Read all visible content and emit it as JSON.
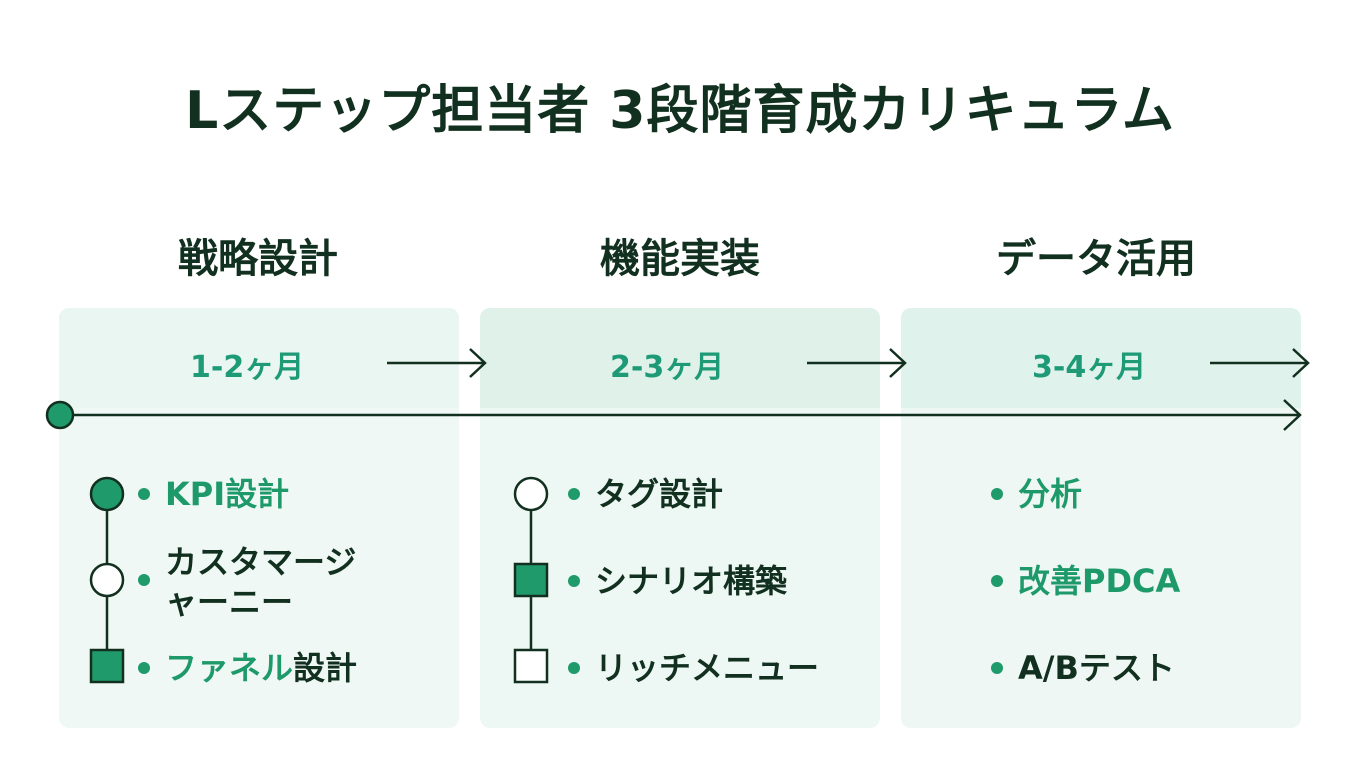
{
  "title": "Lステップ担当者 3段階育成カリキュラム",
  "colors": {
    "accent_green": "#1f9a6b",
    "period_teal": "#1e9a76",
    "dark_text": "#12301f",
    "panel_bg": "#eef7f3",
    "panel_bg_active": "#e2f2ec"
  },
  "phases": [
    {
      "heading": "戦略設計",
      "period": "1-2ヶ月",
      "items": [
        {
          "label": "KPI設計",
          "marker": "filled-circle",
          "label_color": "green"
        },
        {
          "label_line1": "カスタマージ",
          "label_line2": "ャーニー",
          "marker": "empty-circle",
          "label_color": "dark"
        },
        {
          "label_green": "ファネル",
          "label_dark": "設計",
          "marker": "filled-square",
          "label_color": "mixed"
        }
      ]
    },
    {
      "heading": "機能実装",
      "period": "2-3ヶ月",
      "items": [
        {
          "label": "タグ設計",
          "marker": "empty-circle",
          "label_color": "dark"
        },
        {
          "label": "シナリオ構築",
          "marker": "filled-square",
          "label_color": "dark"
        },
        {
          "label": "リッチメニュー",
          "marker": "empty-square",
          "label_color": "dark"
        }
      ]
    },
    {
      "heading": "データ活用",
      "period": "3-4ヶ月",
      "items": [
        {
          "label": "分析",
          "marker": "none",
          "label_color": "green"
        },
        {
          "label": "改善PDCA",
          "marker": "none",
          "label_color": "green"
        },
        {
          "label": "A/Bテスト",
          "marker": "none",
          "label_color": "dark"
        }
      ]
    }
  ]
}
